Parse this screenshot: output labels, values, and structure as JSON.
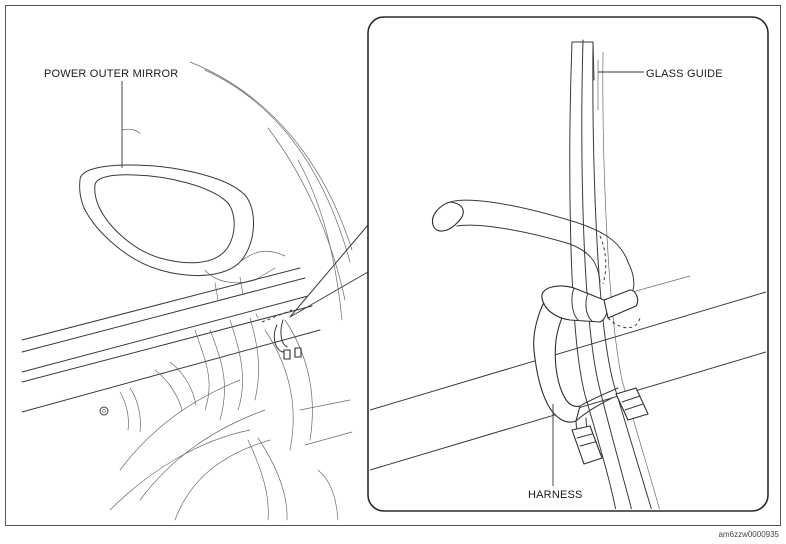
{
  "labels": {
    "power_outer_mirror": "POWER OUTER MIRROR",
    "glass_guide": "GLASS GUIDE",
    "harness": "HARNESS"
  },
  "figure_code": "am6zzw0000935"
}
